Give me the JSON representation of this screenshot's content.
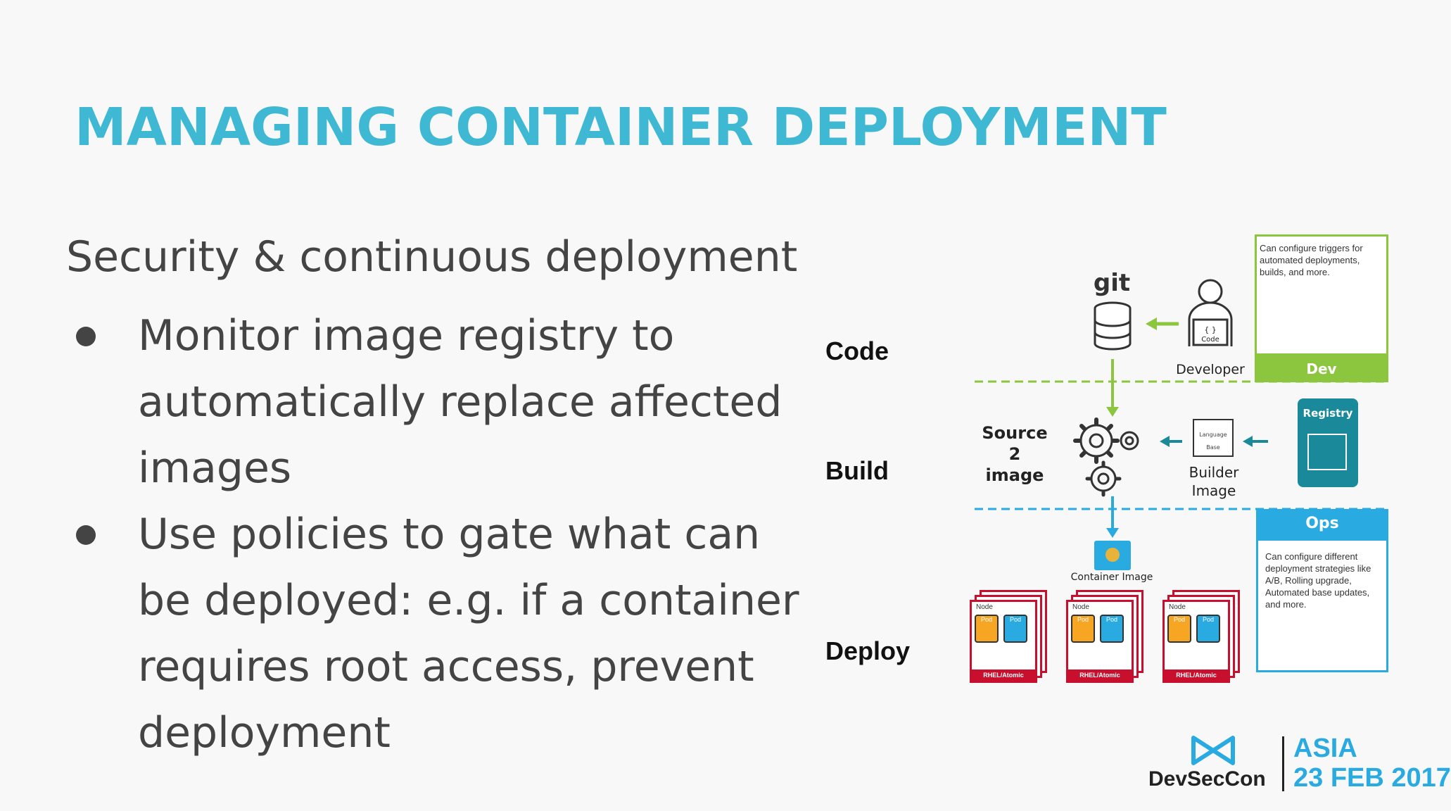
{
  "slide": {
    "title": "MANAGING CONTAINER DEPLOYMENT",
    "subtitle": "Security & continuous deployment",
    "bullets": [
      "Monitor image registry to automatically replace affected images",
      "Use policies to gate what can be deployed: e.g. if a container requires root access, prevent deployment"
    ]
  },
  "stages": {
    "code": "Code",
    "build": "Build",
    "deploy": "Deploy"
  },
  "diagram": {
    "git": "git",
    "developer": "Developer",
    "code_tag": "{ }",
    "code_screen": "Code",
    "dev_note": "Can configure triggers for automated deployments, builds, and more.",
    "dev_label": "Dev",
    "source": "Source",
    "two": "2",
    "image": "image",
    "builder_line1": "Builder",
    "builder_line2": "Image",
    "builder_doc1": "Language",
    "builder_doc2": "Base",
    "registry": "Registry",
    "ops_label": "Ops",
    "ops_note": "Can configure different deployment strategies like A/B, Rolling upgrade, Automated base updates, and more.",
    "container_image": "Container Image",
    "node": "Node",
    "pod": "Pod",
    "rhel": "RHEL/Atomic",
    "colors": {
      "green": "#8cc63f",
      "blue": "#29abe2",
      "teal": "#1a8a9a",
      "red": "#c8102e"
    }
  },
  "logo": {
    "name": "DevSecCon",
    "region": "ASIA",
    "date": "23 FEB 2017"
  }
}
